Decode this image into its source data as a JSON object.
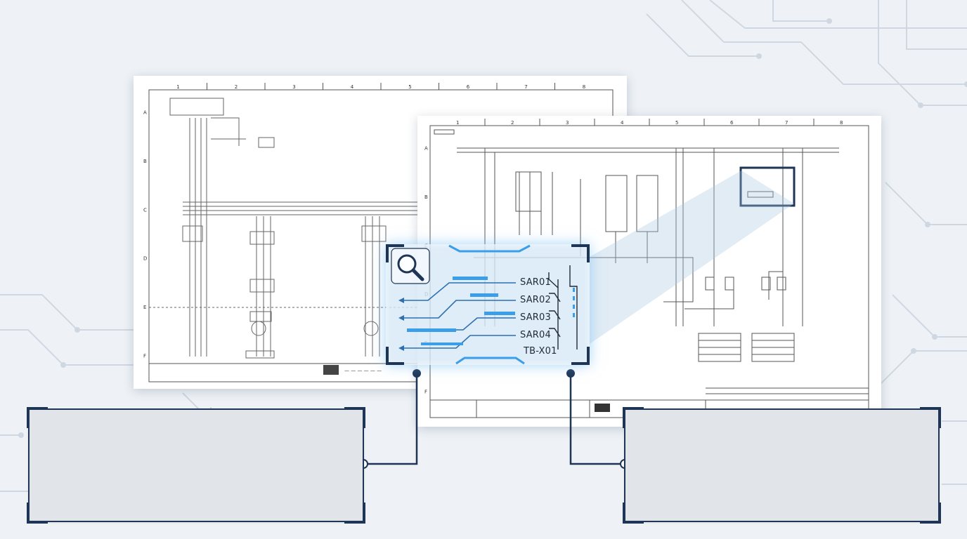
{
  "magnifier": {
    "labels": [
      "SAR01",
      "SAR02",
      "SAR03",
      "SAR04",
      "TB-X01"
    ]
  },
  "front_sheet": {
    "columns": [
      "1",
      "2",
      "3",
      "4",
      "5",
      "6",
      "7",
      "8"
    ],
    "rows": [
      "A",
      "B",
      "C",
      "D",
      "E",
      "F"
    ]
  },
  "back_sheet": {
    "columns": [
      "1",
      "2",
      "3",
      "4",
      "5",
      "6",
      "7",
      "8"
    ],
    "rows": [
      "A",
      "B",
      "C",
      "D",
      "E",
      "F"
    ]
  },
  "colors": {
    "frame": "#1e3556",
    "accent": "#3a9ee8",
    "callout_fill": "#e1e4e8"
  }
}
